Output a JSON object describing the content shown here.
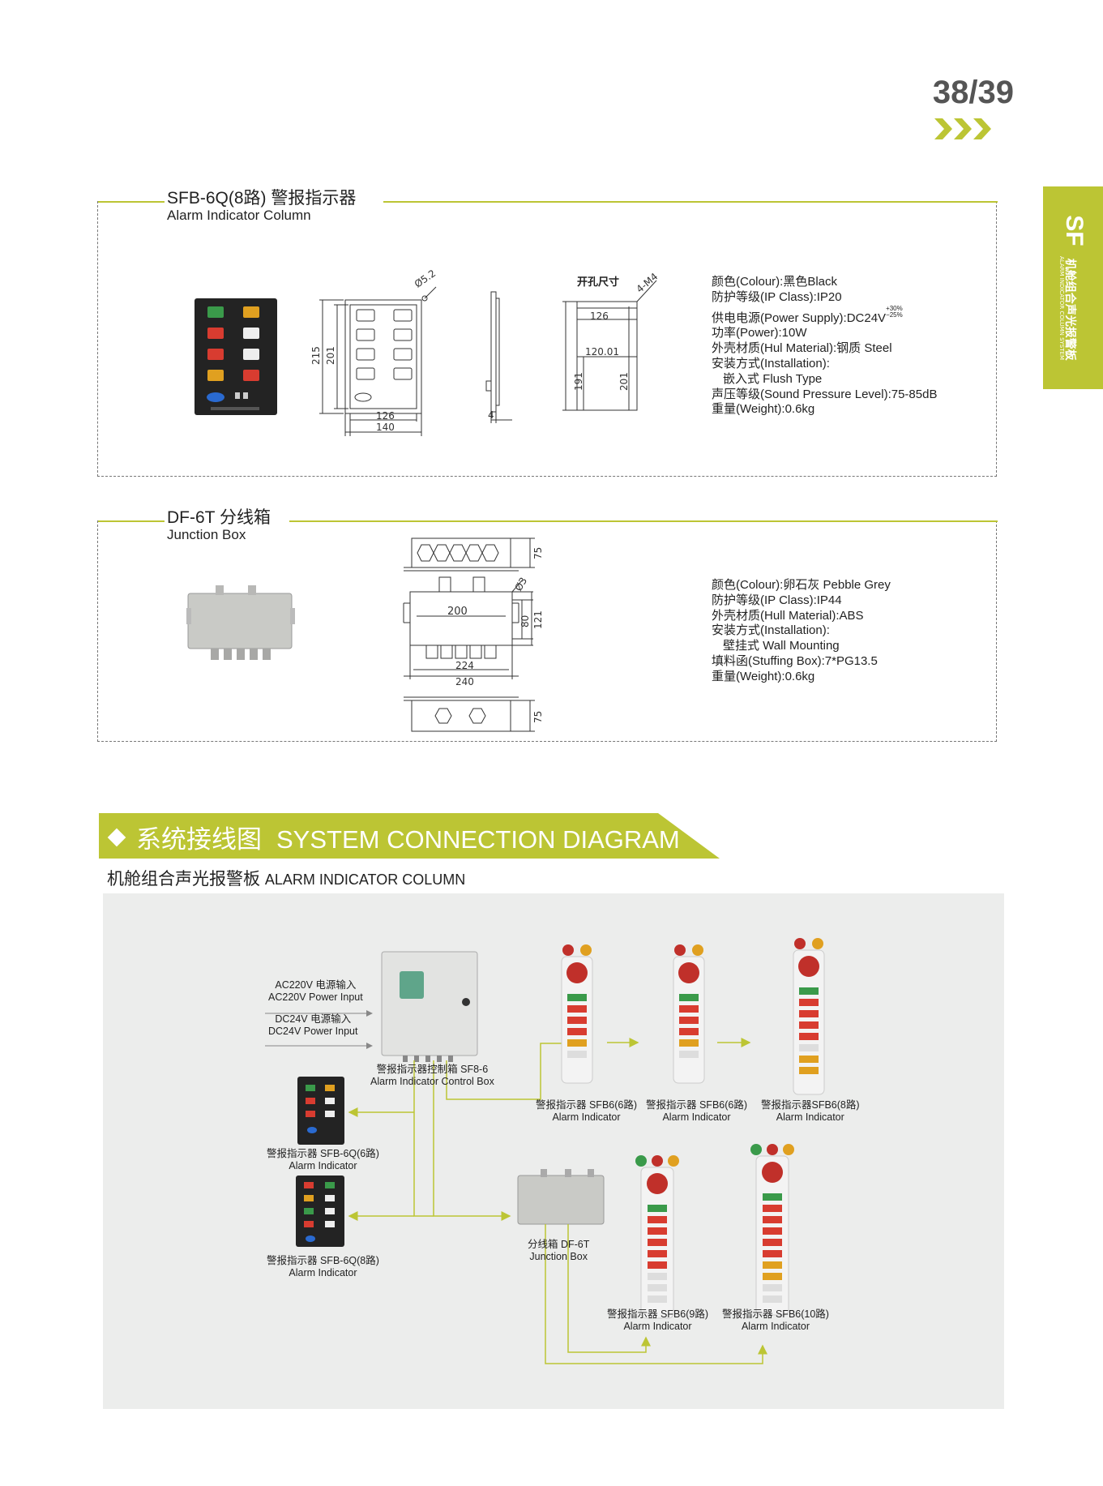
{
  "page_number": "38/39",
  "side_tab": {
    "code": "SF",
    "cn": "机舱组合声光报警板",
    "en": "ALARM INDICATOR COLUMN SYSTEM"
  },
  "product1": {
    "title_cn": "SFB-6Q(8路) 警报指示器",
    "title_en": "Alarm Indicator Column",
    "cutout_label": "开孔尺寸",
    "dims": {
      "d52": "Ø5.2",
      "h215": "215",
      "h201": "201",
      "w126": "126",
      "w140": "140",
      "depth4": "4",
      "cw126": "126",
      "c12001": "120.01",
      "c191": "191",
      "c201": "201",
      "m4": "4-M4"
    },
    "specs": {
      "colour": "颜色(Colour):黑色Black",
      "ip": "防护等级(IP Class):IP20",
      "power_supply": "供电电源(Power Supply):DC24V",
      "tol_plus": "+30%",
      "tol_minus": "−25%",
      "power": "功率(Power):10W",
      "material": "外壳材质(Hul Material):钢质 Steel",
      "installation": "安装方式(Installation):",
      "installation_type": "嵌入式 Flush Type",
      "sound": "声压等级(Sound Pressure Level):75-85dB",
      "weight": "重量(Weight):0.6kg"
    }
  },
  "product2": {
    "title_cn": "DF-6T 分线箱",
    "title_en": "Junction Box",
    "dims": {
      "top75": "75",
      "d3": "Ø3",
      "w200": "200",
      "h80": "80",
      "h121": "121",
      "w224": "224",
      "w240": "240",
      "bot75": "75"
    },
    "specs": {
      "colour": "颜色(Colour):卵石灰 Pebble Grey",
      "ip": "防护等级(IP Class):IP44",
      "material": "外壳材质(Hull Material):ABS",
      "installation": "安装方式(Installation):",
      "installation_type": "壁挂式 Wall Mounting",
      "stuffing": "填料函(Stuffing Box):7*PG13.5",
      "weight": "重量(Weight):0.6kg"
    }
  },
  "diagram": {
    "banner_cn": "系统接线图",
    "banner_en": "SYSTEM CONNECTION DIAGRAM",
    "subtitle_cn": "机舱组合声光报警板",
    "subtitle_en": "ALARM INDICATOR COLUMN",
    "ac_input_cn": "AC220V 电源输入",
    "ac_input_en": "AC220V Power Input",
    "dc_input_cn": "DC24V 电源输入",
    "dc_input_en": "DC24V Power Input",
    "control_box_cn": "警报指示器控制箱 SF8-6",
    "control_box_en": "Alarm Indicator Control Box",
    "ind_sfb6q6_cn": "警报指示器 SFB-6Q(6路)",
    "ind_sfb6q8_cn": "警报指示器 SFB-6Q(8路)",
    "ind_en": "Alarm Indicator",
    "col1_cn": "警报指示器 SFB6(6路)",
    "col2_cn": "警报指示器 SFB6(6路)",
    "col3_cn": "警报指示器SFB6(8路)",
    "col4_cn": "警报指示器 SFB6(9路)",
    "col5_cn": "警报指示器 SFB6(10路)",
    "junction_cn": "分线箱 DF-6T",
    "junction_en": "Junction Box"
  },
  "colors": {
    "accent": "#bcc534",
    "panel_bg": "#ecedec",
    "wire": "#bcc534"
  }
}
